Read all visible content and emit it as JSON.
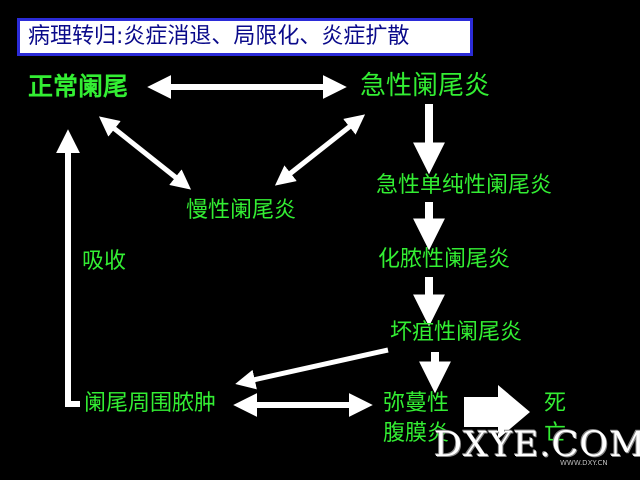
{
  "title": "病理转归:炎症消退、局限化、炎症扩散",
  "nodes": {
    "normal": "正常阑尾",
    "acute": "急性阑尾炎",
    "chronic": "慢性阑尾炎",
    "acute_simple": "急性单纯性阑尾炎",
    "absorb": "吸收",
    "suppurative": "化脓性阑尾炎",
    "gangrenous": "坏疽性阑尾炎",
    "abscess": "阑尾周围脓肿",
    "peritonitis_1": "弥蔓性",
    "peritonitis_2": "腹膜炎",
    "death_1": "死",
    "death_2": "亡"
  },
  "watermark": {
    "logo": "DXYE.COM",
    "url": "WWW.DXY.CN"
  },
  "colors": {
    "background": "#000000",
    "node_text": "#33ee33",
    "arrow": "#ffffff",
    "title_text": "#0a0a8a",
    "title_border": "#2b2bd8"
  }
}
